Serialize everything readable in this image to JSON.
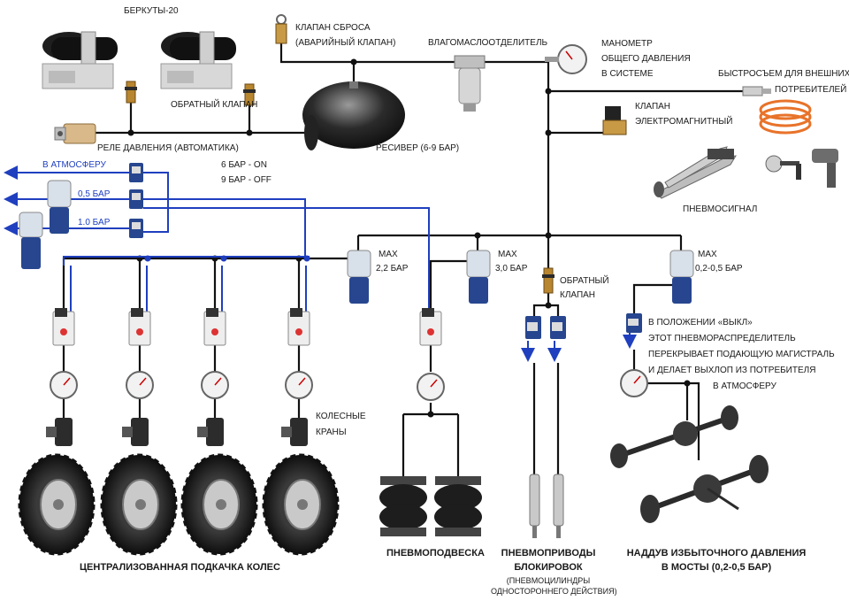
{
  "labels": {
    "compressors": "БЕРКУТЫ-20",
    "check_valve_1": "ОБРАТНЫЙ КЛАПАН",
    "pressure_relay": "РЕЛЕ ДАВЛЕНИЯ (АВТОМАТИКА)",
    "relay_on": "6 БАР - ON",
    "relay_off": "9 БАР - OFF",
    "release_valve_1": "КЛАПАН СБРОСА",
    "release_valve_2": "(АВАРИЙНЫЙ КЛАПАН)",
    "receiver": "РЕСИВЕР (6-9 БАР)",
    "separator": "ВЛАГОМАСЛООТДЕЛИТЕЛЬ",
    "gauge_1": "МАНОМЕТР",
    "gauge_2": "ОБЩЕГО ДАВЛЕНИЯ",
    "gauge_3": "В СИСТЕМЕ",
    "quick_1": "БЫСТРОСЪЕМ ДЛЯ ВНЕШНИХ",
    "quick_2": "ПОТРЕБИТЕЛЕЙ",
    "solenoid_1": "КЛАПАН",
    "solenoid_2": "ЭЛЕКТРОМАГНИТНЫЙ",
    "horn": "ПНЕВМОСИГНАЛ",
    "atm": "В АТМОСФЕРУ",
    "bar05": "0,5 БАР",
    "bar10": "1.0 БАР",
    "max_label": "MAX",
    "reg1": "2,2 БАР",
    "reg2": "3,0 БАР",
    "reg3": "0,2-0,5 БАР",
    "check_valve_2a": "ОБРАТНЫЙ",
    "check_valve_2b": "КЛАПАН",
    "off_1": "В ПОЛОЖЕНИИ «ВЫКЛ»",
    "off_2": "ЭТОТ ПНЕВМОРАСПРЕДЕЛИТЕЛЬ",
    "off_3": "ПЕРЕКРЫВАЕТ ПОДАЮЩУЮ МАГИСТРАЛЬ",
    "off_4": "И ДЕЛАЕТ ВЫХЛОП ИЗ ПОТРЕБИТЕЛЯ",
    "off_5": "В АТМОСФЕРУ",
    "wheel_valves_1": "КОЛЕСНЫЕ",
    "wheel_valves_2": "КРАНЫ",
    "sec_tires": "ЦЕНТРАЛИЗОВАННАЯ ПОДКАЧКА КОЛЕС",
    "sec_suspension": "ПНЕВМОПОДВЕСКА",
    "sec_lockers_1": "ПНЕВМОПРИВОДЫ",
    "sec_lockers_2": "БЛОКИРОВОК",
    "sec_lockers_3": "(ПНЕВМОЦИЛИНДРЫ",
    "sec_lockers_4": "ОДНОСТОРОННЕГО ДЕЙСТВИЯ)",
    "sec_axles_1": "НАДДУВ ИЗБЫТОЧНОГО ДАВЛЕНИЯ",
    "sec_axles_2": "В МОСТЫ (0,2-0,5 БАР)"
  },
  "colors": {
    "line": "#111111",
    "exhaust_line": "#1f3fbf",
    "component_dark": "#2a2a2a",
    "brass": "#b8862f",
    "valve_blue": "#27468f",
    "hose_orange": "#e8732a"
  }
}
